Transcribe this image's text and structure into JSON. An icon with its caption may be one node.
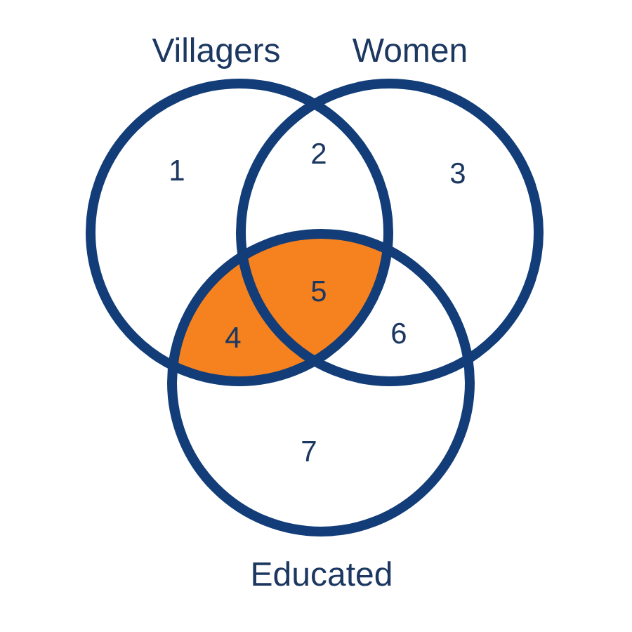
{
  "diagram": {
    "nodes": [
      {
        "text": [
          "Villagers"
        ]
      },
      {
        "text": [
          "Women"
        ]
      },
      {
        "text": [
          "Educated"
        ]
      }
    ],
    "labels": [
      "1",
      "2",
      "3",
      "4",
      "5",
      "6",
      "7"
    ]
  }
}
